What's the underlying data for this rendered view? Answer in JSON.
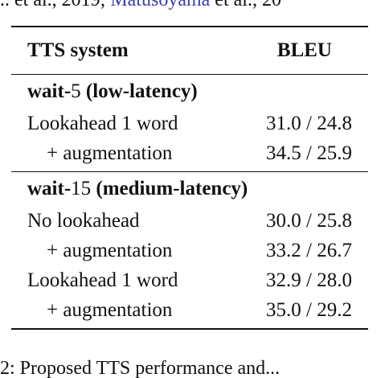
{
  "fragments": {
    "top_text_before": ".. et al., 2019; ",
    "top_cite": "Matusoyama",
    "top_text_after": " et al., 20",
    "bottom_text": "2: Proposed TTS performance and..."
  },
  "table": {
    "headers": [
      "TTS system",
      "BLEU"
    ],
    "groups": [
      {
        "policy_bold": "wait-",
        "policy_number": "5",
        "latency": "(low-latency)",
        "rows": [
          {
            "label": "Lookahead 1 word",
            "bleu": "31.0 / 24.8",
            "indent": false
          },
          {
            "label": "+ augmentation",
            "bleu": "34.5 / 25.9",
            "indent": true
          }
        ]
      },
      {
        "policy_bold": "wait-",
        "policy_number": "15",
        "latency": "(medium-latency)",
        "rows": [
          {
            "label": "No lookahead",
            "bleu": "30.0 / 25.8",
            "indent": false
          },
          {
            "label": "+ augmentation",
            "bleu": "33.2 / 26.7",
            "indent": true
          },
          {
            "label": "Lookahead 1 word",
            "bleu": "32.9 / 28.0",
            "indent": false
          },
          {
            "label": "+ augmentation",
            "bleu": "35.0 / 29.2",
            "indent": true
          }
        ]
      }
    ]
  }
}
